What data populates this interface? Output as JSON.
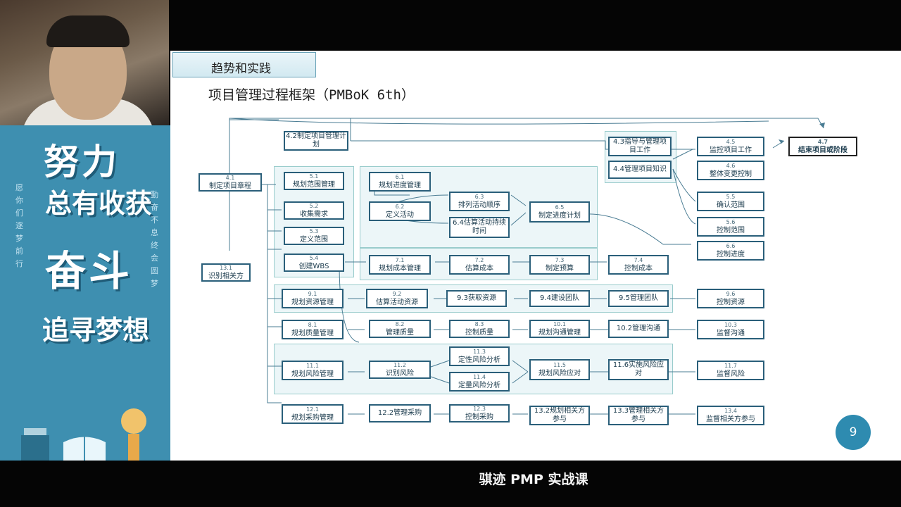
{
  "poster": {
    "line1": "努力",
    "line2": "总有收获",
    "line3": "奋斗",
    "line4": "追寻梦想",
    "vert_left": "愿你们逐梦前行",
    "vert_right": "勤奋不息终会圆梦"
  },
  "slide": {
    "tab_label": "趋势和实践",
    "title": "项目管理过程框架（PMBoK 6th）",
    "page_number": "9"
  },
  "subtitle": "骐迹 PMP 实战课",
  "processes": [
    {
      "id": "p41",
      "num": "4.1",
      "label": "制定项目章程"
    },
    {
      "id": "p42",
      "num": "",
      "label": "4.2制定项目管理计划"
    },
    {
      "id": "p43",
      "num": "",
      "label": "4.3指导与管理项目工作"
    },
    {
      "id": "p44",
      "num": "",
      "label": "4.4管理项目知识"
    },
    {
      "id": "p45",
      "num": "4.5",
      "label": "监控项目工作"
    },
    {
      "id": "p46",
      "num": "4.6",
      "label": "整体变更控制"
    },
    {
      "id": "p47",
      "num": "4.7",
      "label": "结束项目或阶段"
    },
    {
      "id": "p51",
      "num": "5.1",
      "label": "规划范围管理"
    },
    {
      "id": "p52",
      "num": "5.2",
      "label": "收集需求"
    },
    {
      "id": "p53",
      "num": "5.3",
      "label": "定义范围"
    },
    {
      "id": "p54",
      "num": "5.4",
      "label": "创建WBS"
    },
    {
      "id": "p55",
      "num": "5.5",
      "label": "确认范围"
    },
    {
      "id": "p56",
      "num": "5.6",
      "label": "控制范围"
    },
    {
      "id": "p61",
      "num": "6.1",
      "label": "规划进度管理"
    },
    {
      "id": "p62",
      "num": "6.2",
      "label": "定义活动"
    },
    {
      "id": "p63",
      "num": "6.3",
      "label": "排列活动顺序"
    },
    {
      "id": "p64",
      "num": "",
      "label": "6.4估算活动持续时间"
    },
    {
      "id": "p65",
      "num": "6.5",
      "label": "制定进度计划"
    },
    {
      "id": "p66",
      "num": "6.6",
      "label": "控制进度"
    },
    {
      "id": "p71",
      "num": "7.1",
      "label": "规划成本管理"
    },
    {
      "id": "p72",
      "num": "7.2",
      "label": "估算成本"
    },
    {
      "id": "p73",
      "num": "7.3",
      "label": "制定预算"
    },
    {
      "id": "p74",
      "num": "7.4",
      "label": "控制成本"
    },
    {
      "id": "p131",
      "num": "13.1",
      "label": "识别相关方"
    },
    {
      "id": "p91",
      "num": "9.1",
      "label": "规划资源管理"
    },
    {
      "id": "p92",
      "num": "9.2",
      "label": "估算活动资源"
    },
    {
      "id": "p93",
      "num": "",
      "label": "9.3获取资源"
    },
    {
      "id": "p94",
      "num": "",
      "label": "9.4建设团队"
    },
    {
      "id": "p95",
      "num": "",
      "label": "9.5管理团队"
    },
    {
      "id": "p96",
      "num": "9.6",
      "label": "控制资源"
    },
    {
      "id": "p81",
      "num": "8.1",
      "label": "规划质量管理"
    },
    {
      "id": "p82",
      "num": "8.2",
      "label": "管理质量"
    },
    {
      "id": "p83",
      "num": "8.3",
      "label": "控制质量"
    },
    {
      "id": "p101",
      "num": "10.1",
      "label": "规划沟通管理"
    },
    {
      "id": "p102",
      "num": "",
      "label": "10.2管理沟通"
    },
    {
      "id": "p103",
      "num": "10.3",
      "label": "监督沟通"
    },
    {
      "id": "p111",
      "num": "11.1",
      "label": "规划风险管理"
    },
    {
      "id": "p112",
      "num": "11.2",
      "label": "识别风险"
    },
    {
      "id": "p113",
      "num": "11.3",
      "label": "定性风险分析"
    },
    {
      "id": "p114",
      "num": "11.4",
      "label": "定量风险分析"
    },
    {
      "id": "p115",
      "num": "11.5",
      "label": "规划风险应对"
    },
    {
      "id": "p116",
      "num": "",
      "label": "11.6实施风险应对"
    },
    {
      "id": "p117",
      "num": "11.7",
      "label": "监督风险"
    },
    {
      "id": "p121",
      "num": "12.1",
      "label": "规划采购管理"
    },
    {
      "id": "p122",
      "num": "",
      "label": "12.2管理采购"
    },
    {
      "id": "p123",
      "num": "12.3",
      "label": "控制采购"
    },
    {
      "id": "p132",
      "num": "",
      "label": "13.2规划相关方参与"
    },
    {
      "id": "p133",
      "num": "",
      "label": "13.3管理相关方参与"
    },
    {
      "id": "p134",
      "num": "13.4",
      "label": "监督相关方参与"
    }
  ]
}
